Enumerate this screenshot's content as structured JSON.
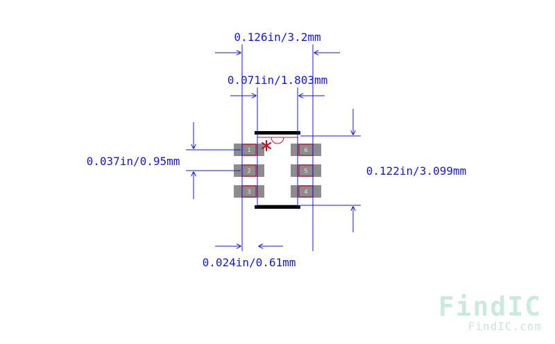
{
  "dimensions": {
    "total_width": "0.126in/3.2mm",
    "inner_width": "0.071in/1.803mm",
    "pitch": "0.037in/0.95mm",
    "total_height": "0.122in/3.099mm",
    "pad_width": "0.024in/0.61mm"
  },
  "pads": {
    "left": [
      "1",
      "2",
      "3"
    ],
    "right": [
      "6",
      "5",
      "4"
    ]
  },
  "watermark": {
    "brand": "FindIC",
    "url": "FindIC.com"
  },
  "colors": {
    "dimension_line": "#1515d8",
    "pad_fill": "#8c8c8c",
    "pad_outline": "#c8102e",
    "body_bar": "#000000",
    "pin1_marker": "#c8102e",
    "watermark": "#9fd9c4"
  }
}
